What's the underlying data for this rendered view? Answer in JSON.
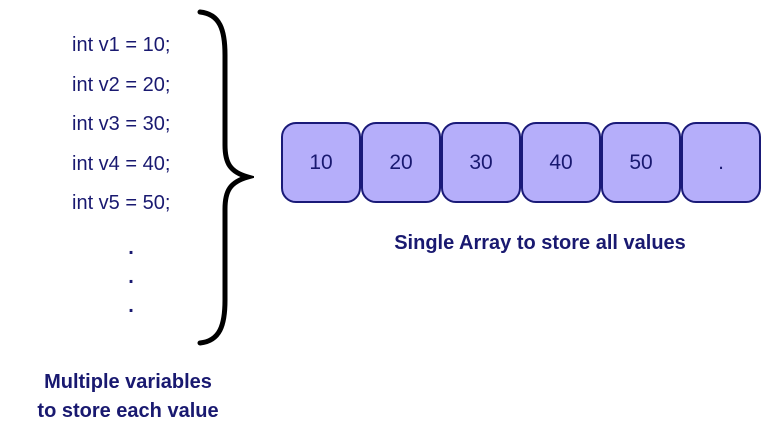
{
  "diagram": {
    "variables": {
      "lines": [
        "int v1 = 10;",
        "int v2 = 20;",
        "int v3 = 30;",
        "int v4 = 40;",
        "int v5 = 50;"
      ],
      "ellipsis_dots": [
        ".",
        ".",
        "."
      ],
      "caption_line1": "Multiple variables",
      "caption_line2": "to store each value"
    },
    "array": {
      "cells": [
        "10",
        "20",
        "30",
        "40",
        "50",
        "."
      ],
      "caption": "Single Array to store all values"
    },
    "colors": {
      "text_navy": "#191970",
      "cell_fill": "#b5aefa",
      "cell_border": "#1a1a78",
      "brace": "#000000",
      "background": "#ffffff"
    },
    "icons": {
      "brace": "curly-brace-right-icon"
    }
  }
}
